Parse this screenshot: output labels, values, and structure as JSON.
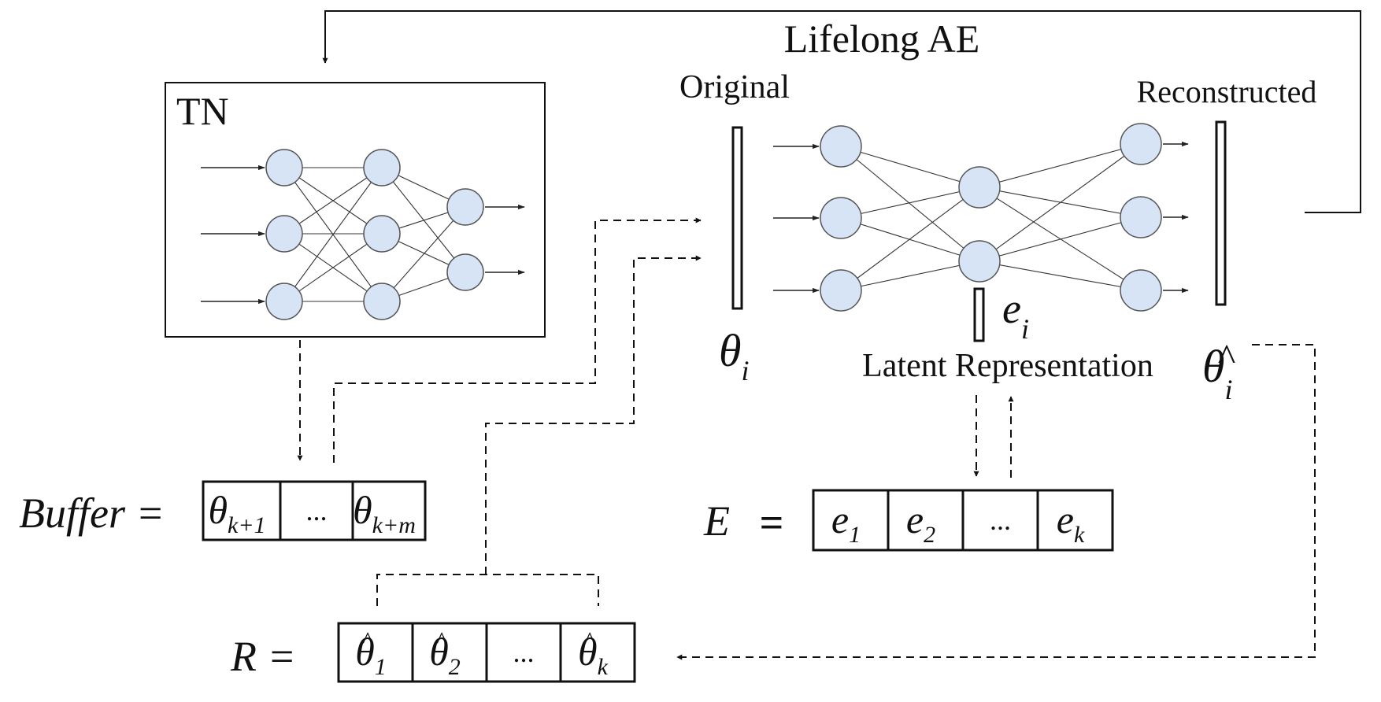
{
  "title": "Lifelong AE",
  "task_network": {
    "label": "TN"
  },
  "autoencoder": {
    "input_label": "Original",
    "output_label": "Reconstructed",
    "input_symbol": "θ",
    "input_subscript": "i",
    "output_symbol": "θ",
    "output_hat": "^",
    "output_subscript": "i",
    "latent_symbol": "e",
    "latent_subscript": "i",
    "latent_caption": "Latent Representation"
  },
  "buffer": {
    "label": "Buffer =",
    "cells": [
      {
        "base": "θ",
        "sub": "k+1"
      },
      {
        "text": "..."
      },
      {
        "base": "θ",
        "sub": "k+m"
      }
    ]
  },
  "embeddings": {
    "label": "E",
    "equals": "=",
    "cells": [
      {
        "base": "e",
        "sub": "1"
      },
      {
        "base": "e",
        "sub": "2"
      },
      {
        "text": "..."
      },
      {
        "base": "e",
        "sub": "k"
      }
    ]
  },
  "reconstructions": {
    "label": "R =",
    "cells": [
      {
        "base": "θ",
        "hat": "^",
        "sub": "1"
      },
      {
        "base": "θ",
        "hat": "^",
        "sub": "2"
      },
      {
        "text": "..."
      },
      {
        "base": "θ",
        "hat": "^",
        "sub": "k"
      }
    ]
  },
  "colors": {
    "node_fill": "#d6e4f5",
    "node_stroke": "#555555",
    "line": "#111111"
  }
}
